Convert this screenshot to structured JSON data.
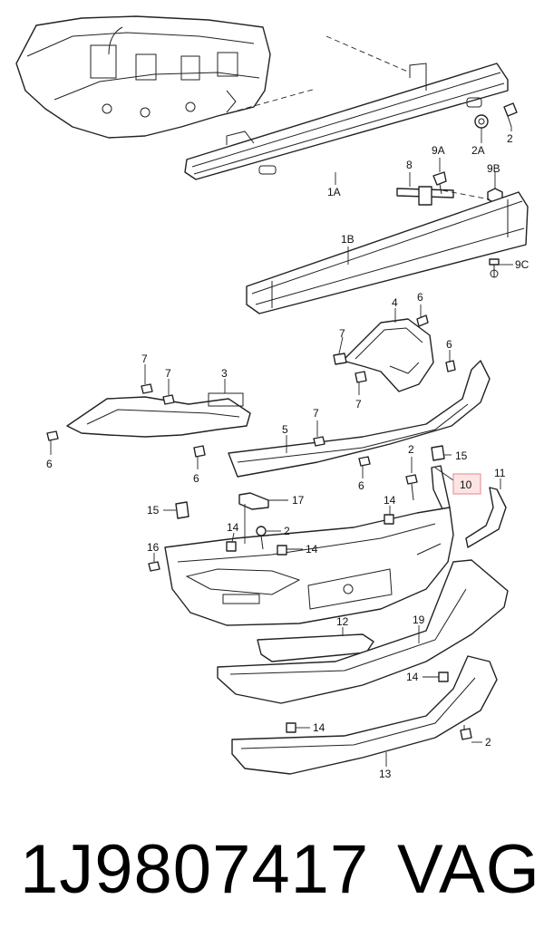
{
  "labels": {
    "l1A": "1A",
    "l2A": "2A",
    "l2": "2",
    "l9A": "9A",
    "l8": "8",
    "l9B": "9B",
    "l1B": "1B",
    "l9C": "9C",
    "l4": "4",
    "l6": "6",
    "l7": "7",
    "l3": "3",
    "l5": "5",
    "l10": "10",
    "l11": "11",
    "l15": "15",
    "l14": "14",
    "l16": "16",
    "l17": "17",
    "l12": "12",
    "l19": "19",
    "l13": "13"
  },
  "highlight": {
    "label": "10",
    "color": "#e08a8a"
  },
  "footer": {
    "part_number": "1J9807417",
    "brand": "VAG"
  }
}
